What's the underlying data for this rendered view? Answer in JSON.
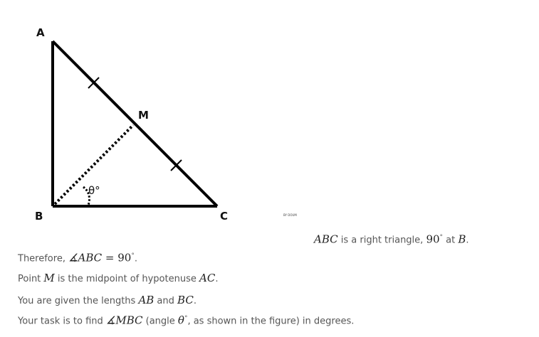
{
  "figure": {
    "labels": {
      "a": "A",
      "b": "B",
      "c": "C",
      "m": "M",
      "theta": "θ°"
    },
    "credit": "BY DOUM"
  },
  "statement": {
    "line1": {
      "tri": "ABC",
      "t1": " is a right triangle, ",
      "deg": "90",
      "degsym": "°",
      "t2": " at ",
      "b": "B",
      "end": "."
    },
    "line2": {
      "t1": "Therefore, ",
      "angle": "∡ABC",
      "eq": " = ",
      "deg": "90",
      "degsym": "°",
      "end": "."
    },
    "line3": {
      "t1": "Point ",
      "m": "M",
      "t2": " is the midpoint of hypotenuse ",
      "ac": "AC",
      "end": "."
    },
    "line4": {
      "t1": "You are given the lengths ",
      "ab": "AB",
      "t2": " and ",
      "bc": "BC",
      "end": "."
    },
    "line5": {
      "t1": "Your task is to find ",
      "angle": "∡MBC",
      "t2": " (angle ",
      "theta": "θ",
      "degsym": "°",
      "t3": ", as shown in the figure) in degrees."
    }
  }
}
